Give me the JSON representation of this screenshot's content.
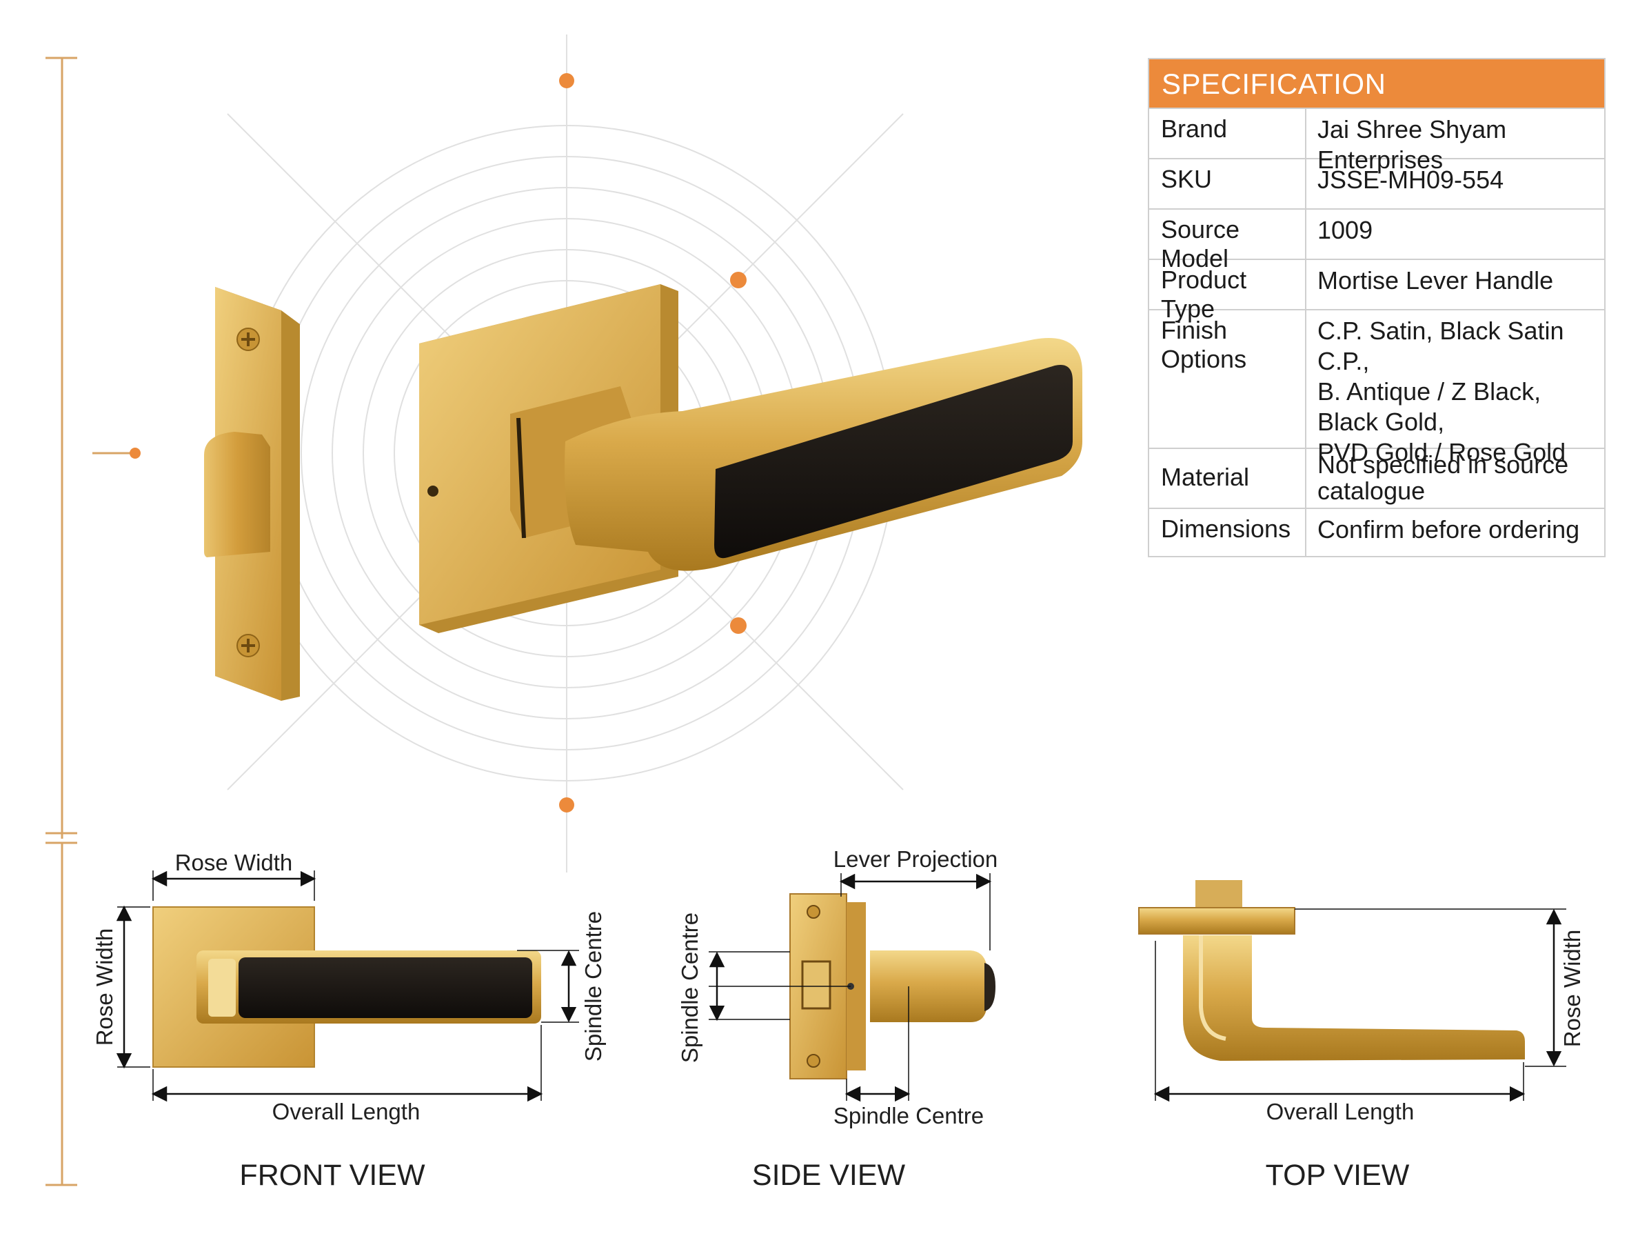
{
  "specification": {
    "title": "SPECIFICATION",
    "rows": [
      {
        "key": "Brand",
        "value": "Jai Shree Shyam Enterprises"
      },
      {
        "key": "SKU",
        "value": "JSSE-MH09-554"
      },
      {
        "key": "Source Model",
        "value": "1009"
      },
      {
        "key": "Product Type",
        "value": "Mortise Lever Handle"
      },
      {
        "key": "Finish Options",
        "value_lines": [
          "C.P. Satin, Black Satin C.P.,",
          "B. Antique / Z Black,",
          "Black Gold,",
          "PVD Gold / Rose Gold"
        ]
      },
      {
        "key": "Material",
        "value_lines": [
          "Not specified in source",
          "catalogue"
        ]
      },
      {
        "key": "Dimensions",
        "value": "Confirm before ordering"
      }
    ]
  },
  "views": {
    "front": {
      "title": "FRONT VIEW",
      "rose_width_top": "Rose Width",
      "rose_width_side": "Rose Width",
      "spindle_centre": "Spindle Centre",
      "overall_length": "Overall Length"
    },
    "side": {
      "title": "SIDE VIEW",
      "lever_projection": "Lever Projection",
      "spindle_centre_left": "Spindle Centre",
      "spindle_centre_bottom": "Spindle Centre"
    },
    "top": {
      "title": "TOP VIEW",
      "rose_width": "Rose Width",
      "overall_length": "Overall Length"
    }
  },
  "colors": {
    "accent_orange": "#ec8a3b",
    "gold": "#d9a94a",
    "gold_dark": "#b07f22",
    "leather_black": "#1a1612",
    "guide_lines": "#d8d8d8"
  }
}
